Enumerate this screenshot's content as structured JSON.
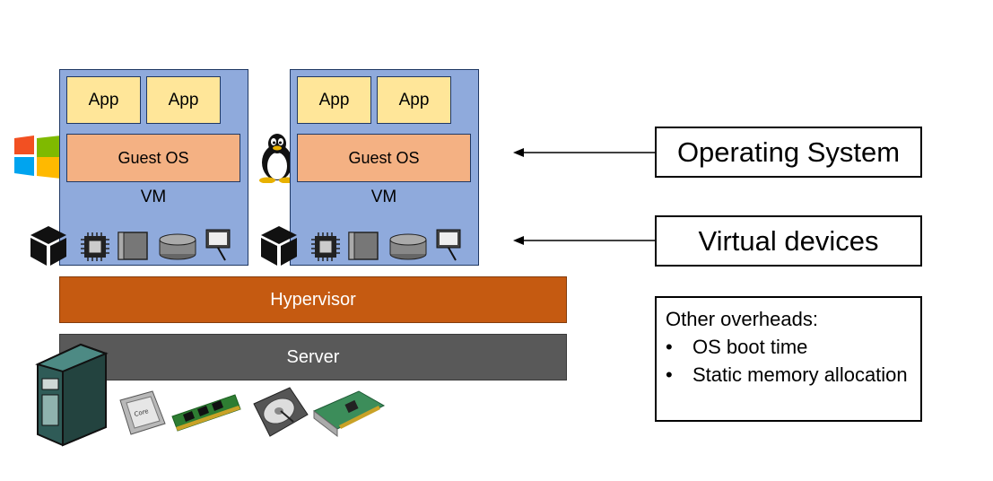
{
  "vms": [
    {
      "apps": [
        "App",
        "App"
      ],
      "guest_os": "Guest OS",
      "label": "VM",
      "os_icon": "windows-logo-icon"
    },
    {
      "apps": [
        "App",
        "App"
      ],
      "guest_os": "Guest OS",
      "label": "VM",
      "os_icon": "linux-tux-icon"
    }
  ],
  "virtual_device_icons": [
    "vm-cube-icon",
    "cpu-chip-icon",
    "memory-module-icon",
    "disk-icon",
    "network-icon"
  ],
  "layers": {
    "hypervisor": "Hypervisor",
    "server": "Server"
  },
  "callouts": {
    "operating_system": "Operating System",
    "virtual_devices": "Virtual devices"
  },
  "overheads": {
    "title": "Other overheads:",
    "items": [
      "OS boot time",
      "Static memory allocation"
    ]
  },
  "hardware_icons": [
    "server-tower-icon",
    "intel-cpu-icon",
    "ram-stick-icon",
    "hard-drive-icon",
    "network-card-icon"
  ],
  "colors": {
    "vm_bg": "#8faadc",
    "app_bg": "#ffe699",
    "guest_os_bg": "#f4b183",
    "hypervisor_bg": "#c55a11",
    "server_bg": "#595959"
  }
}
